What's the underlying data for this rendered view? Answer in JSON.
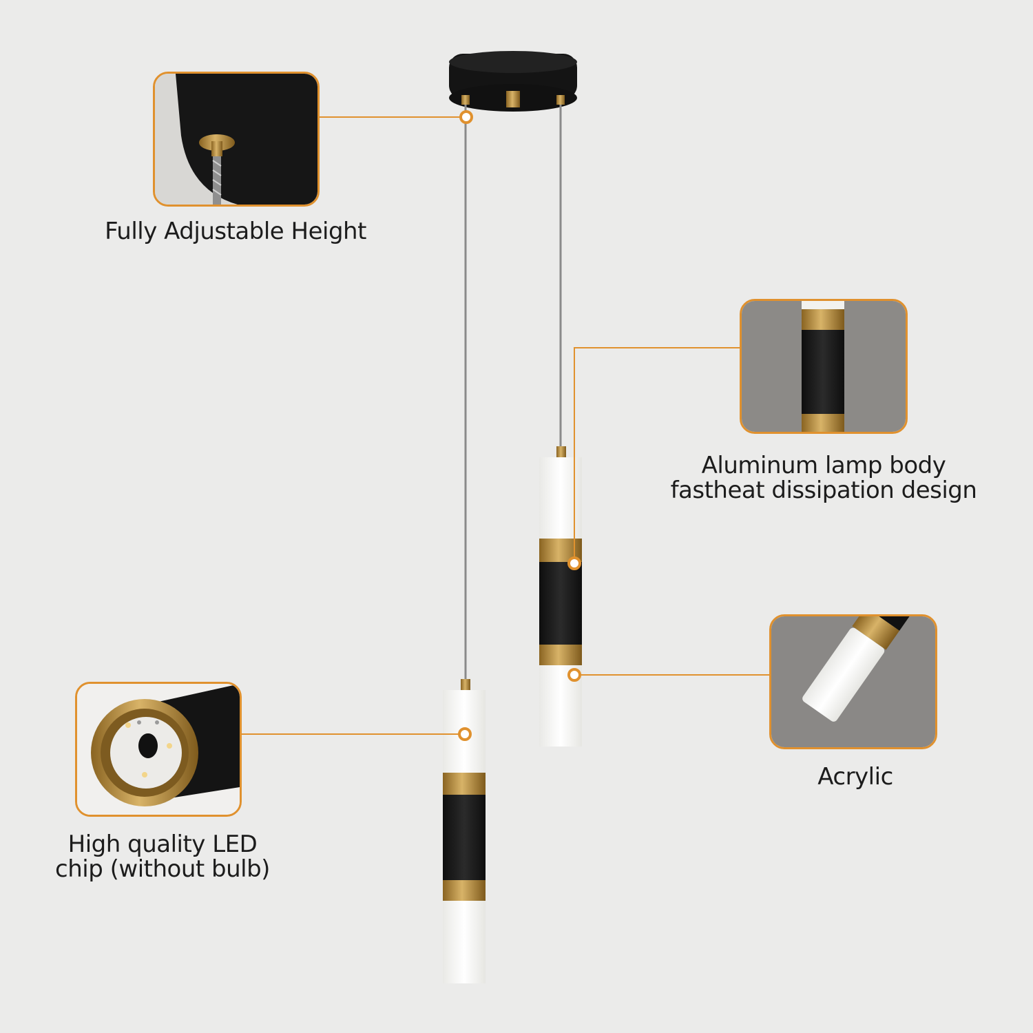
{
  "accent_color": "#e0912e",
  "product": {
    "canopy_color": "#141414",
    "brass_color": "#b58a3d",
    "acrylic_color": "#fbfbf8",
    "body_color": "#1a1a1a"
  },
  "callouts": [
    {
      "id": "height",
      "lines": [
        "Fully Adjustable Height"
      ],
      "icon": "canopy-cable-detail-icon"
    },
    {
      "id": "body",
      "lines": [
        "Aluminum lamp body",
        "fastheat dissipation design"
      ],
      "icon": "lamp-body-detail-icon"
    },
    {
      "id": "acrylic",
      "lines": [
        "Acrylic"
      ],
      "icon": "acrylic-shade-detail-icon"
    },
    {
      "id": "led",
      "lines": [
        "High quality LED",
        "chip (without bulb)"
      ],
      "icon": "led-chip-detail-icon"
    }
  ]
}
